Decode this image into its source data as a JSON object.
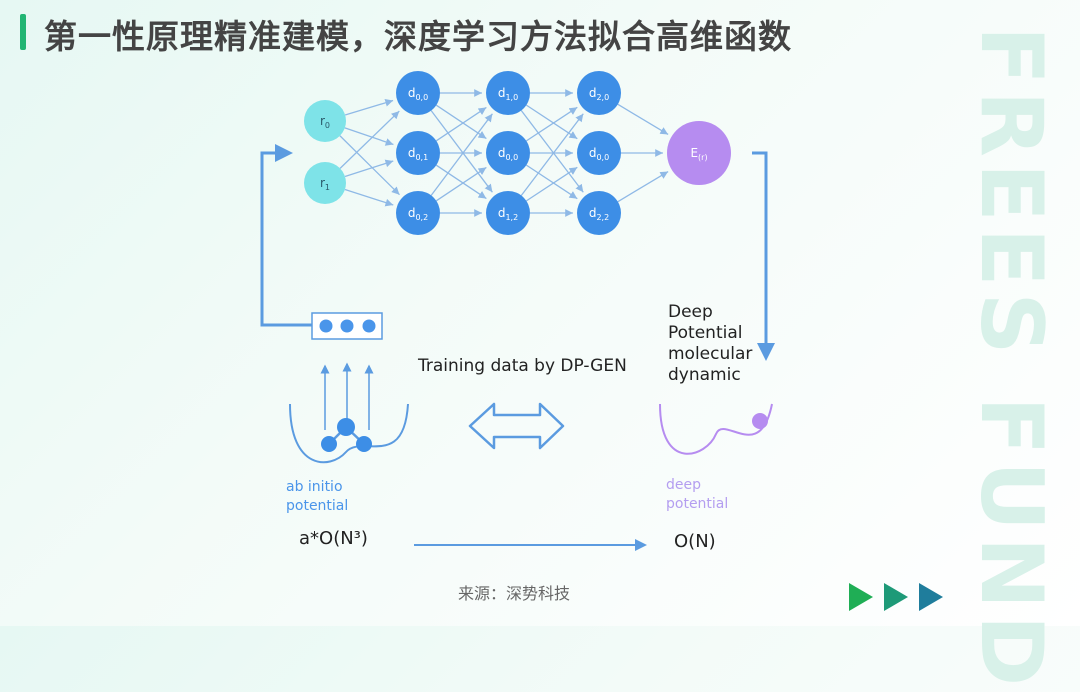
{
  "title": "第一性原理精准建模，深度学习方法拟合高维函数",
  "watermark": "FREES FUND",
  "network": {
    "input_nodes": [
      {
        "base": "r",
        "sub": "0"
      },
      {
        "base": "r",
        "sub": "1"
      }
    ],
    "hidden_columns": [
      [
        {
          "base": "d",
          "sub": "0,0"
        },
        {
          "base": "d",
          "sub": "0,1"
        },
        {
          "base": "d",
          "sub": "0,2"
        }
      ],
      [
        {
          "base": "d",
          "sub": "1,0"
        },
        {
          "base": "d",
          "sub": "0,0"
        },
        {
          "base": "d",
          "sub": "1,2"
        }
      ],
      [
        {
          "base": "d",
          "sub": "2,0"
        },
        {
          "base": "d",
          "sub": "0,0"
        },
        {
          "base": "d",
          "sub": "2,2"
        }
      ]
    ],
    "output_node": {
      "base": "E",
      "sub": "(r)"
    }
  },
  "labels": {
    "training_data": "Training data by DP-GEN",
    "deep_potential_md": "Deep\nPotential\nmolecular\ndynamic",
    "ab_initio": "ab initio\npotential",
    "deep_potential": "deep\npotential",
    "cost_ab_initio": "a*O(N³)",
    "cost_deep": "O(N)"
  },
  "source": "来源：深势科技",
  "colors": {
    "accent_green": "#22b573",
    "input_node": "#7ee3e8",
    "hidden_node": "#3d8ee6",
    "output_node": "#b68cf0",
    "arrow": "#8fb9e6",
    "ab_initio_text": "#4a95ea",
    "deep_potential_text": "#b49ef0",
    "watermark": "#d8f1e9",
    "nav_triangles": [
      "#1fae55",
      "#1e9a78",
      "#1f7d9c"
    ]
  }
}
